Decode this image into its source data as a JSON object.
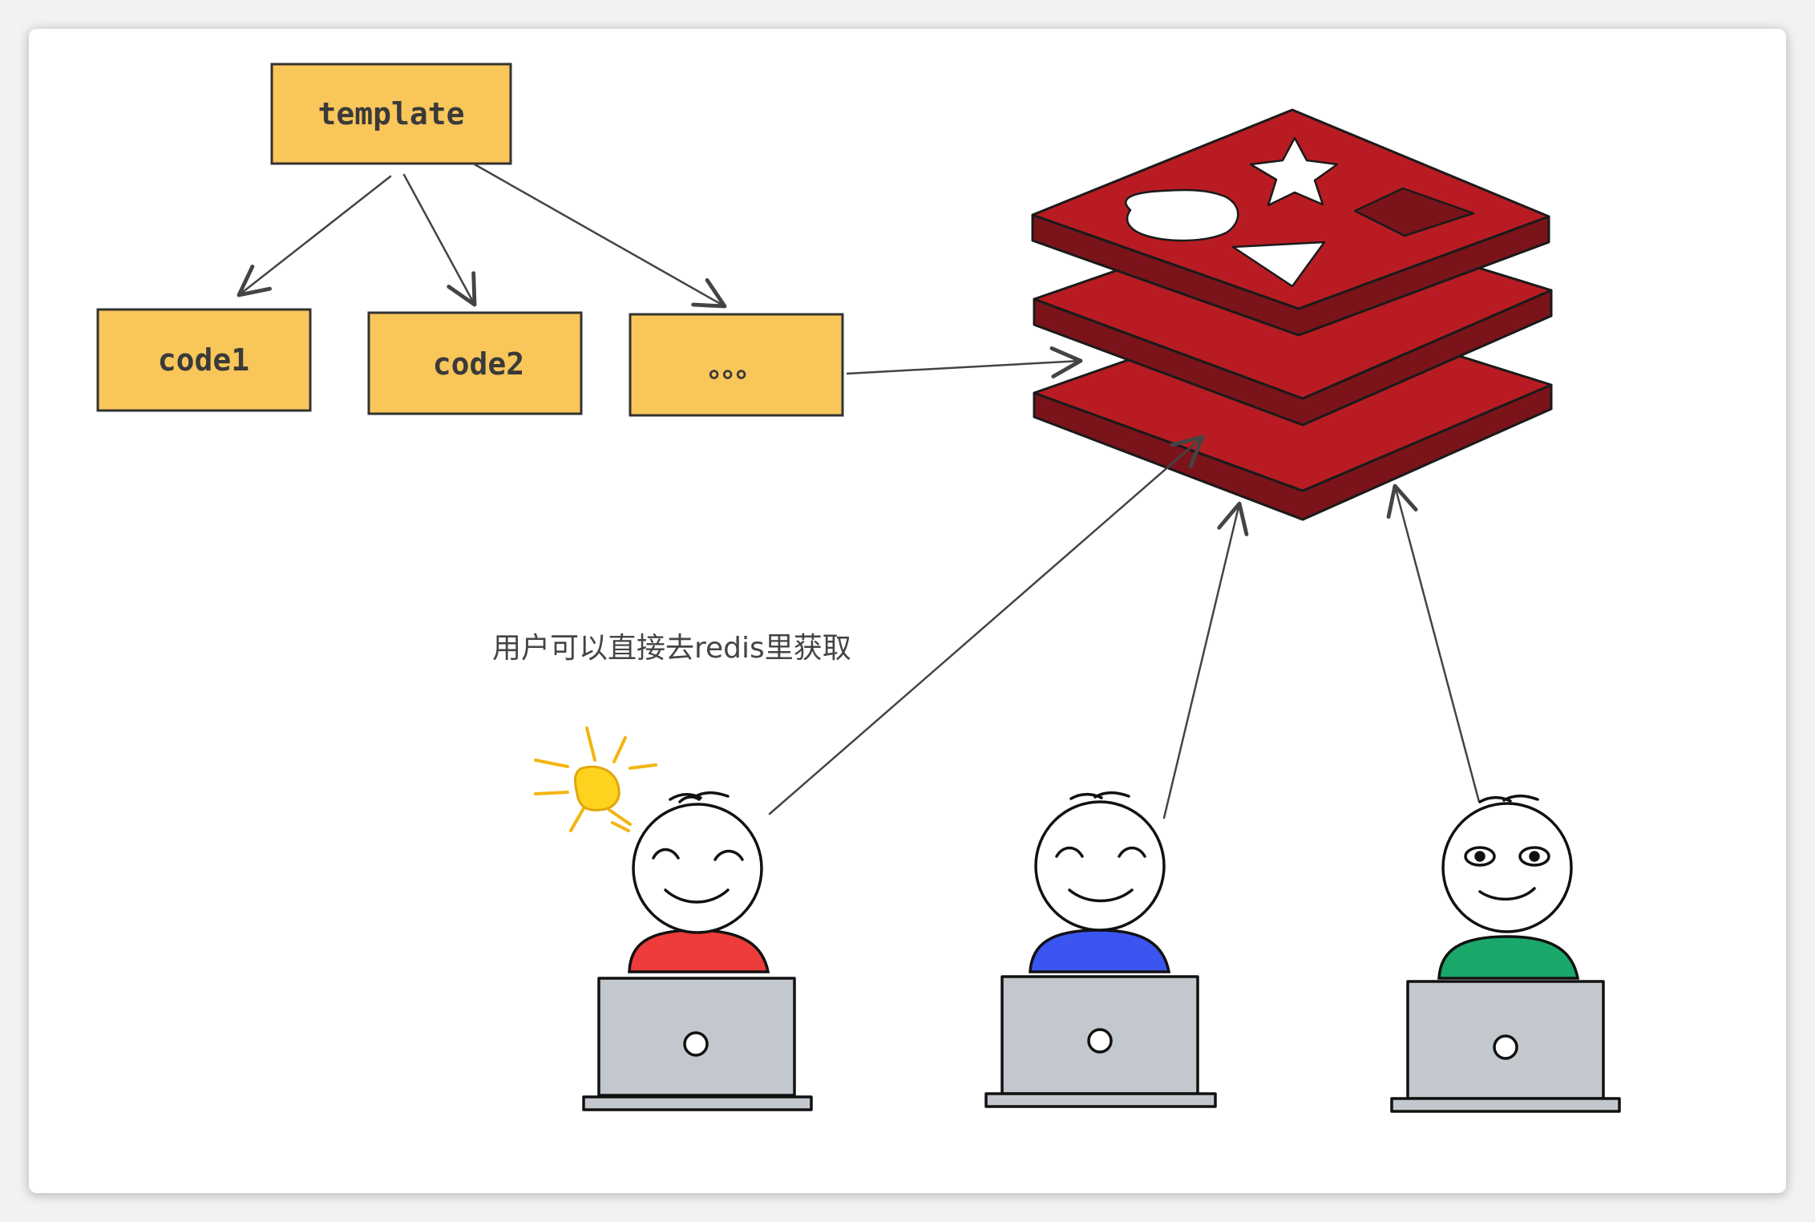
{
  "diagram": {
    "template_box": {
      "label": "template"
    },
    "code_boxes": [
      {
        "label": "code1"
      },
      {
        "label": "code2"
      },
      {
        "label": "。。。"
      }
    ],
    "caption": "用户可以直接去redis里获取",
    "colors": {
      "box_fill": "#f9c65a",
      "box_stroke": "#333333",
      "redis_top": "#b81c22",
      "redis_side": "#7a141a",
      "arrow": "#444444",
      "shirt_red": "#ee3b3b",
      "shirt_blue": "#3b55f0",
      "shirt_green": "#1aa86a",
      "laptop": "#c3c8ce",
      "bulb": "#ffd21f",
      "bulb_rays": "#f3b511"
    },
    "icons": [
      "redis-logo-icon",
      "lightbulb-icon",
      "user-icon",
      "laptop-icon"
    ]
  }
}
